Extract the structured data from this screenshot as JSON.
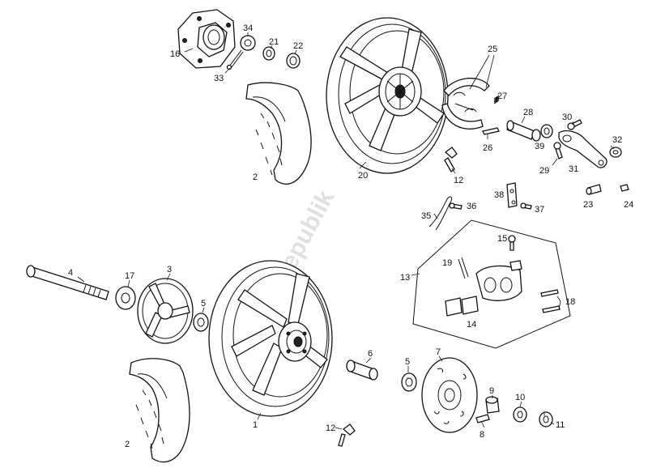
{
  "watermark": "PartsRepublik",
  "callouts": [
    {
      "id": "16",
      "text": "16"
    },
    {
      "id": "34",
      "text": "34"
    },
    {
      "id": "21",
      "text": "21"
    },
    {
      "id": "22",
      "text": "22"
    },
    {
      "id": "33",
      "text": "33"
    },
    {
      "id": "2a",
      "text": "2"
    },
    {
      "id": "20",
      "text": "20"
    },
    {
      "id": "12a",
      "text": "12"
    },
    {
      "id": "25",
      "text": "25"
    },
    {
      "id": "27",
      "text": "27"
    },
    {
      "id": "26",
      "text": "26"
    },
    {
      "id": "28",
      "text": "28"
    },
    {
      "id": "30",
      "text": "30"
    },
    {
      "id": "39",
      "text": "39"
    },
    {
      "id": "32",
      "text": "32"
    },
    {
      "id": "29",
      "text": "29"
    },
    {
      "id": "31",
      "text": "31"
    },
    {
      "id": "38",
      "text": "38"
    },
    {
      "id": "37",
      "text": "37"
    },
    {
      "id": "23",
      "text": "23"
    },
    {
      "id": "24",
      "text": "24"
    },
    {
      "id": "35",
      "text": "35"
    },
    {
      "id": "36",
      "text": "36"
    },
    {
      "id": "15",
      "text": "15"
    },
    {
      "id": "13",
      "text": "13"
    },
    {
      "id": "19",
      "text": "19"
    },
    {
      "id": "18",
      "text": "18"
    },
    {
      "id": "14",
      "text": "14"
    },
    {
      "id": "4",
      "text": "4"
    },
    {
      "id": "17",
      "text": "17"
    },
    {
      "id": "3",
      "text": "3"
    },
    {
      "id": "5a",
      "text": "5"
    },
    {
      "id": "6",
      "text": "6"
    },
    {
      "id": "5b",
      "text": "5"
    },
    {
      "id": "7",
      "text": "7"
    },
    {
      "id": "1",
      "text": "1"
    },
    {
      "id": "9",
      "text": "9"
    },
    {
      "id": "10",
      "text": "10"
    },
    {
      "id": "8",
      "text": "8"
    },
    {
      "id": "11",
      "text": "11"
    },
    {
      "id": "12b",
      "text": "12"
    },
    {
      "id": "2b",
      "text": "2"
    }
  ]
}
